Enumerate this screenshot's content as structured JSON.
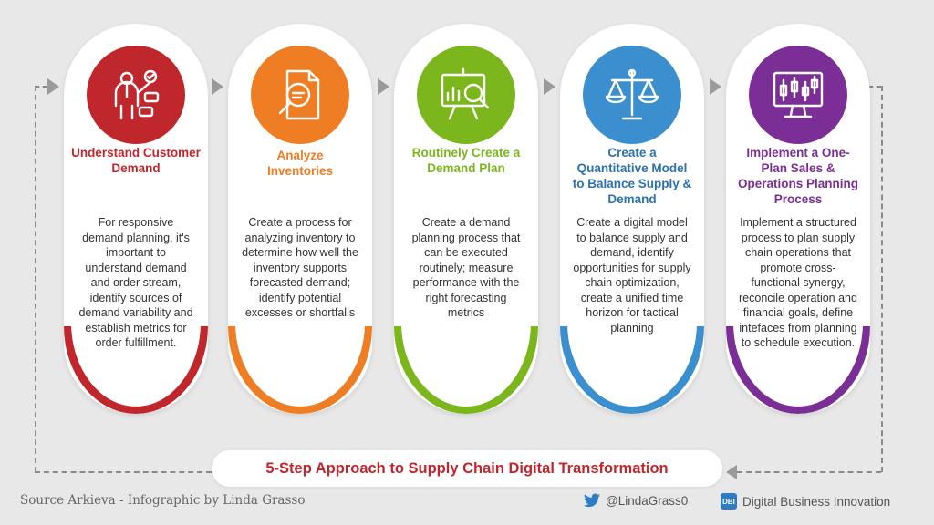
{
  "steps": [
    {
      "title": "Understand Customer Demand",
      "description": "For responsive demand planning, it's important to understand demand and order stream, identify sources of demand variability and establish metrics for order fulfillment.",
      "color": "#c0272d",
      "icon": "presenter-icon"
    },
    {
      "title": "Analyze Inventories",
      "description": "Create a process for analyzing inventory to determine how well the inventory supports forecasted demand; identify potential excesses or shortfalls",
      "color": "#ee7d23",
      "icon": "document-magnifier-icon"
    },
    {
      "title": "Routinely Create a Demand Plan",
      "description": "Create a demand planning process that can be executed routinely; measure performance with the right forecasting metrics",
      "color": "#7ab61c",
      "icon": "chart-board-icon"
    },
    {
      "title": "Create a Quantitative Model to Balance Supply & Demand",
      "description": "Create a digital model to balance supply and demand, identify opportunities for supply chain optimization, create a unified time horizon for tactical planning",
      "color": "#3b8fce",
      "icon": "balance-scale-icon"
    },
    {
      "title": "Implement a One-Plan Sales & Operations Planning Process",
      "description": "Implement a structured process to plan supply chain operations that promote cross-functional synergy, reconcile operation and financial goals, define intefaces from planning to schedule execution.",
      "color": "#7b2f96",
      "icon": "monitor-chart-icon"
    }
  ],
  "bottom_title": "5-Step Approach to Supply Chain Digital Transformation",
  "footer": {
    "source": "Source Arkieva - Infographic by Linda Grasso",
    "twitter": "@LindaGrass0",
    "dbi_logo": "DBI",
    "brand": "Digital Business Innovation"
  }
}
